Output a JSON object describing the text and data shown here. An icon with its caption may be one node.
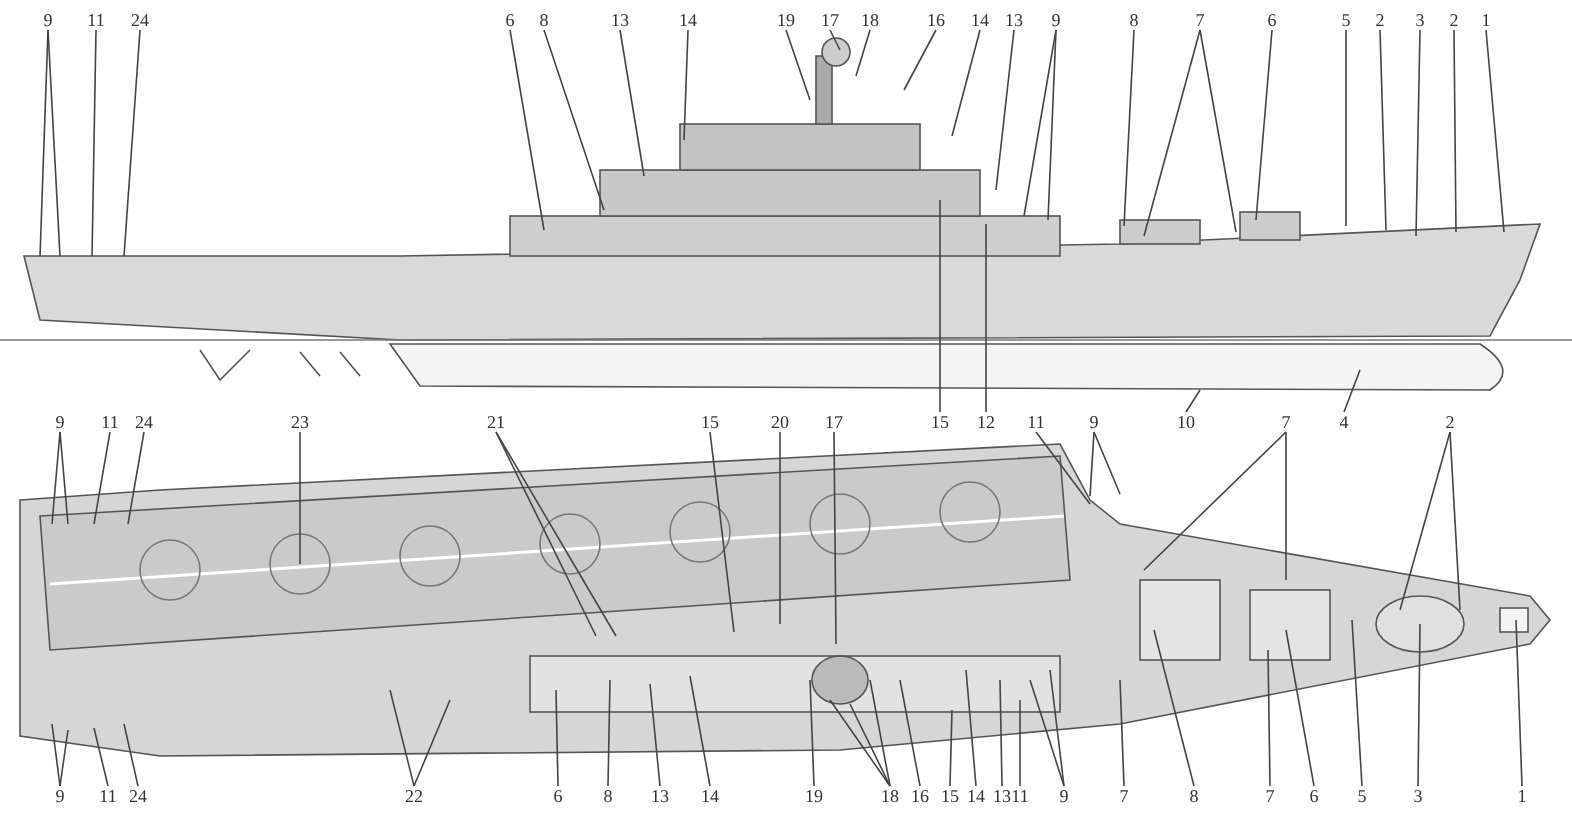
{
  "diagram": {
    "nodes": [
      {
        "text": [
          "9"
        ]
      },
      {
        "text": [
          "11"
        ]
      },
      {
        "text": [
          "24"
        ]
      },
      {
        "text": [
          "6"
        ]
      },
      {
        "text": [
          "8"
        ]
      },
      {
        "text": [
          "13"
        ]
      },
      {
        "text": [
          "14"
        ]
      },
      {
        "text": [
          "19"
        ]
      },
      {
        "text": [
          "17"
        ]
      },
      {
        "text": [
          "18"
        ]
      },
      {
        "text": [
          "16"
        ]
      },
      {
        "text": [
          "14"
        ]
      },
      {
        "text": [
          "13"
        ]
      },
      {
        "text": [
          "9"
        ]
      },
      {
        "text": [
          "8"
        ]
      },
      {
        "text": [
          "7"
        ]
      },
      {
        "text": [
          "6"
        ]
      },
      {
        "text": [
          "5"
        ]
      },
      {
        "text": [
          "2"
        ]
      },
      {
        "text": [
          "3"
        ]
      },
      {
        "text": [
          "2"
        ]
      },
      {
        "text": [
          "1"
        ]
      },
      {
        "text": [
          "9"
        ]
      },
      {
        "text": [
          "11"
        ]
      },
      {
        "text": [
          "24"
        ]
      },
      {
        "text": [
          "23"
        ]
      },
      {
        "text": [
          "21"
        ]
      },
      {
        "text": [
          "15"
        ]
      },
      {
        "text": [
          "20"
        ]
      },
      {
        "text": [
          "17"
        ]
      },
      {
        "text": [
          "15"
        ]
      },
      {
        "text": [
          "12"
        ]
      },
      {
        "text": [
          "11"
        ]
      },
      {
        "text": [
          "9"
        ]
      },
      {
        "text": [
          "10"
        ]
      },
      {
        "text": [
          "7"
        ]
      },
      {
        "text": [
          "4"
        ]
      },
      {
        "text": [
          "2"
        ]
      },
      {
        "text": [
          "9"
        ]
      },
      {
        "text": [
          "11"
        ]
      },
      {
        "text": [
          "24"
        ]
      },
      {
        "text": [
          "22"
        ]
      },
      {
        "text": [
          "6"
        ]
      },
      {
        "text": [
          "8"
        ]
      },
      {
        "text": [
          "13"
        ]
      },
      {
        "text": [
          "14"
        ]
      },
      {
        "text": [
          "19"
        ]
      },
      {
        "text": [
          "18"
        ]
      },
      {
        "text": [
          "16"
        ]
      },
      {
        "text": [
          "15"
        ]
      },
      {
        "text": [
          "14"
        ]
      },
      {
        "text": [
          "13"
        ]
      },
      {
        "text": [
          "11"
        ]
      },
      {
        "text": [
          "9"
        ]
      },
      {
        "text": [
          "7"
        ]
      },
      {
        "text": [
          "8"
        ]
      },
      {
        "text": [
          "7"
        ]
      },
      {
        "text": [
          "6"
        ]
      },
      {
        "text": [
          "5"
        ]
      },
      {
        "text": [
          "3"
        ]
      },
      {
        "text": [
          "1"
        ]
      }
    ],
    "edges": [
      {
        "from": 0,
        "to": null,
        "arrow": "none"
      },
      {
        "from": 0,
        "to": null,
        "arrow": "none"
      },
      {
        "from": 1,
        "to": null,
        "arrow": "none"
      },
      {
        "from": 2,
        "to": null,
        "arrow": "none"
      },
      {
        "from": 3,
        "to": null,
        "arrow": "none"
      },
      {
        "from": 4,
        "to": null,
        "arrow": "none"
      },
      {
        "from": 5,
        "to": null,
        "arrow": "none"
      },
      {
        "from": 6,
        "to": null,
        "arrow": "none"
      },
      {
        "from": 7,
        "to": null,
        "arrow": "none"
      },
      {
        "from": 8,
        "to": null,
        "arrow": "none"
      },
      {
        "from": 9,
        "to": null,
        "arrow": "none"
      },
      {
        "from": 10,
        "to": null,
        "arrow": "none"
      },
      {
        "from": 11,
        "to": null,
        "arrow": "none"
      },
      {
        "from": 12,
        "to": null,
        "arrow": "none"
      },
      {
        "from": 13,
        "to": null,
        "arrow": "none"
      },
      {
        "from": 13,
        "to": null,
        "arrow": "none"
      },
      {
        "from": 14,
        "to": null,
        "arrow": "none"
      },
      {
        "from": 15,
        "to": null,
        "arrow": "none"
      },
      {
        "from": 15,
        "to": null,
        "arrow": "none"
      },
      {
        "from": 16,
        "to": null,
        "arrow": "none"
      },
      {
        "from": 17,
        "to": null,
        "arrow": "none"
      },
      {
        "from": 18,
        "to": null,
        "arrow": "none"
      },
      {
        "from": 19,
        "to": null,
        "arrow": "none"
      },
      {
        "from": 20,
        "to": null,
        "arrow": "none"
      },
      {
        "from": 21,
        "to": null,
        "arrow": "none"
      },
      {
        "from": 22,
        "to": null,
        "arrow": "none"
      },
      {
        "from": 22,
        "to": null,
        "arrow": "none"
      },
      {
        "from": 23,
        "to": null,
        "arrow": "none"
      },
      {
        "from": 24,
        "to": null,
        "arrow": "none"
      },
      {
        "from": 25,
        "to": null,
        "arrow": "none"
      },
      {
        "from": 26,
        "to": null,
        "arrow": "none"
      },
      {
        "from": 26,
        "to": null,
        "arrow": "none"
      },
      {
        "from": 27,
        "to": null,
        "arrow": "none"
      },
      {
        "from": 28,
        "to": null,
        "arrow": "none"
      },
      {
        "from": 29,
        "to": null,
        "arrow": "none"
      },
      {
        "from": 30,
        "to": null,
        "arrow": "none"
      },
      {
        "from": 31,
        "to": null,
        "arrow": "none"
      },
      {
        "from": 32,
        "to": null,
        "arrow": "none"
      },
      {
        "from": 33,
        "to": null,
        "arrow": "none"
      },
      {
        "from": 33,
        "to": null,
        "arrow": "none"
      },
      {
        "from": 34,
        "to": null,
        "arrow": "none"
      },
      {
        "from": 35,
        "to": null,
        "arrow": "none"
      },
      {
        "from": 35,
        "to": null,
        "arrow": "none"
      },
      {
        "from": 36,
        "to": null,
        "arrow": "none"
      },
      {
        "from": 37,
        "to": null,
        "arrow": "none"
      },
      {
        "from": 37,
        "to": null,
        "arrow": "none"
      },
      {
        "from": 38,
        "to": null,
        "arrow": "none"
      },
      {
        "from": 38,
        "to": null,
        "arrow": "none"
      },
      {
        "from": 39,
        "to": null,
        "arrow": "none"
      },
      {
        "from": 40,
        "to": null,
        "arrow": "none"
      },
      {
        "from": 41,
        "to": null,
        "arrow": "none"
      },
      {
        "from": 41,
        "to": null,
        "arrow": "none"
      },
      {
        "from": 42,
        "to": null,
        "arrow": "none"
      },
      {
        "from": 43,
        "to": null,
        "arrow": "none"
      },
      {
        "from": 44,
        "to": null,
        "arrow": "none"
      },
      {
        "from": 45,
        "to": null,
        "arrow": "none"
      },
      {
        "from": 46,
        "to": null,
        "arrow": "none"
      },
      {
        "from": 47,
        "to": null,
        "arrow": "none"
      },
      {
        "from": 47,
        "to": null,
        "arrow": "none"
      },
      {
        "from": 47,
        "to": null,
        "arrow": "none"
      },
      {
        "from": 48,
        "to": null,
        "arrow": "none"
      },
      {
        "from": 49,
        "to": null,
        "arrow": "none"
      },
      {
        "from": 50,
        "to": null,
        "arrow": "none"
      },
      {
        "from": 51,
        "to": null,
        "arrow": "none"
      },
      {
        "from": 52,
        "to": null,
        "arrow": "none"
      },
      {
        "from": 53,
        "to": null,
        "arrow": "none"
      },
      {
        "from": 53,
        "to": null,
        "arrow": "none"
      },
      {
        "from": 54,
        "to": null,
        "arrow": "none"
      },
      {
        "from": 55,
        "to": null,
        "arrow": "none"
      },
      {
        "from": 56,
        "to": null,
        "arrow": "none"
      },
      {
        "from": 57,
        "to": null,
        "arrow": "none"
      },
      {
        "from": 58,
        "to": null,
        "arrow": "none"
      },
      {
        "from": 59,
        "to": null,
        "arrow": "none"
      },
      {
        "from": 60,
        "to": null,
        "arrow": "none"
      }
    ]
  }
}
